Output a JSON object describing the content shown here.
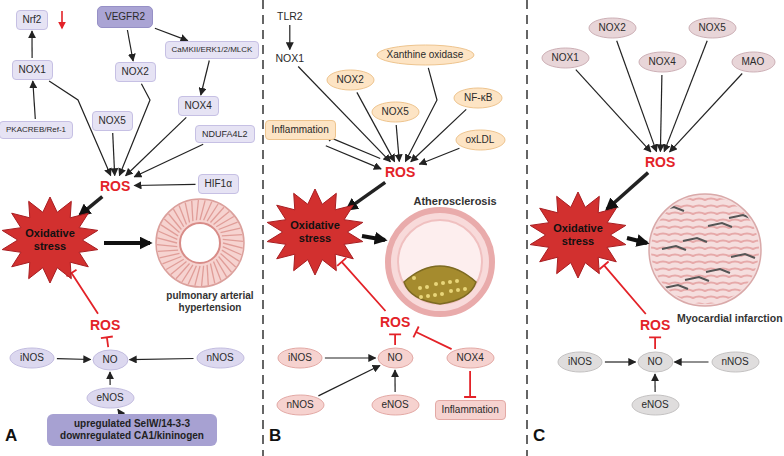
{
  "diagram": {
    "nodes": [
      {
        "text": [
          "Nrf2"
        ]
      },
      {
        "text": [
          "VEGFR2"
        ]
      },
      {
        "text": [
          "NOX1"
        ]
      },
      {
        "text": [
          "NOX2"
        ]
      },
      {
        "text": [
          "CaMKII/ERK1/2/MLCK"
        ]
      },
      {
        "text": [
          "PKACREB/Ref-1"
        ]
      },
      {
        "text": [
          "NOX4"
        ]
      },
      {
        "text": [
          "NOX5"
        ]
      },
      {
        "text": [
          "NDUFA4L2"
        ]
      },
      {
        "text": [
          "ROS"
        ]
      },
      {
        "text": [
          "HIF1α"
        ]
      },
      {
        "text": [
          "Oxidative stress"
        ]
      },
      {
        "text": [
          "ROS"
        ]
      },
      {
        "text": [
          "iNOS"
        ]
      },
      {
        "text": [
          "NO"
        ]
      },
      {
        "text": [
          "nNOS"
        ]
      },
      {
        "text": [
          "eNOS"
        ]
      },
      {
        "text": [
          "upregulated SelW/14-3-3 downregulated CA1/kininogen"
        ]
      },
      {
        "text": [
          "TLR2"
        ]
      },
      {
        "text": [
          "NOX1"
        ]
      },
      {
        "text": [
          "NOX2"
        ]
      },
      {
        "text": [
          "Xanthine oxidase"
        ]
      },
      {
        "text": [
          "NOX5"
        ]
      },
      {
        "text": [
          "NF-κB"
        ]
      },
      {
        "text": [
          "Inflammation"
        ]
      },
      {
        "text": [
          "oxLDL"
        ]
      },
      {
        "text": [
          "ROS"
        ]
      },
      {
        "text": [
          "Oxidative stress"
        ]
      },
      {
        "text": [
          "ROS"
        ]
      },
      {
        "text": [
          "iNOS"
        ]
      },
      {
        "text": [
          "NO"
        ]
      },
      {
        "text": [
          "NOX4"
        ]
      },
      {
        "text": [
          "nNOS"
        ]
      },
      {
        "text": [
          "eNOS"
        ]
      },
      {
        "text": [
          "Inflammation"
        ]
      },
      {
        "text": [
          "NOX1"
        ]
      },
      {
        "text": [
          "NOX2"
        ]
      },
      {
        "text": [
          "NOX4"
        ]
      },
      {
        "text": [
          "NOX5"
        ]
      },
      {
        "text": [
          "MAO"
        ]
      },
      {
        "text": [
          "ROS"
        ]
      },
      {
        "text": [
          "Oxidative stress"
        ]
      },
      {
        "text": [
          "ROS"
        ]
      },
      {
        "text": [
          "iNOS"
        ]
      },
      {
        "text": [
          "NO"
        ]
      },
      {
        "text": [
          "nNOS"
        ]
      },
      {
        "text": [
          "eNOS"
        ]
      }
    ],
    "edges": [
      {
        "from": 2,
        "to": 0,
        "arrow": "to"
      },
      {
        "from": 5,
        "to": 2,
        "arrow": "to"
      },
      {
        "from": 1,
        "to": 3,
        "arrow": "to"
      },
      {
        "from": 1,
        "to": 4,
        "arrow": "to"
      },
      {
        "from": 4,
        "to": 6,
        "arrow": "to"
      },
      {
        "from": 2,
        "to": 9,
        "arrow": "to"
      },
      {
        "from": 3,
        "to": 9,
        "arrow": "to"
      },
      {
        "from": 6,
        "to": 9,
        "arrow": "to"
      },
      {
        "from": 7,
        "to": 9,
        "arrow": "to"
      },
      {
        "from": 8,
        "to": 9,
        "arrow": "to"
      },
      {
        "from": 10,
        "to": 9,
        "arrow": "to"
      },
      {
        "from": 9,
        "to": 11,
        "arrow": "to"
      },
      {
        "from": 13,
        "to": 14,
        "arrow": "to"
      },
      {
        "from": 15,
        "to": 14,
        "arrow": "to"
      },
      {
        "from": 16,
        "to": 14,
        "arrow": "to"
      },
      {
        "from": 17,
        "to": 16,
        "arrow": "to"
      },
      {
        "from": 14,
        "to": 12,
        "arrow": "to"
      },
      {
        "from": 12,
        "to": 11,
        "arrow": "to"
      },
      {
        "from": 18,
        "to": 19,
        "arrow": "to"
      },
      {
        "from": 19,
        "to": 26,
        "arrow": "to"
      },
      {
        "from": 20,
        "to": 26,
        "arrow": "to"
      },
      {
        "from": 21,
        "to": 26,
        "arrow": "to"
      },
      {
        "from": 22,
        "to": 26,
        "arrow": "to"
      },
      {
        "from": 23,
        "to": 26,
        "arrow": "to"
      },
      {
        "from": 25,
        "to": 26,
        "arrow": "to"
      },
      {
        "from": 26,
        "to": 24,
        "arrow": "to"
      },
      {
        "from": 24,
        "to": 26,
        "arrow": "to"
      },
      {
        "from": 26,
        "to": 27,
        "arrow": "to"
      },
      {
        "from": 29,
        "to": 30,
        "arrow": "to"
      },
      {
        "from": 32,
        "to": 30,
        "arrow": "to"
      },
      {
        "from": 33,
        "to": 30,
        "arrow": "to"
      },
      {
        "from": 30,
        "to": 28,
        "arrow": "to"
      },
      {
        "from": 31,
        "to": 28,
        "arrow": "to"
      },
      {
        "from": 31,
        "to": 34,
        "arrow": "to"
      },
      {
        "from": 28,
        "to": 27,
        "arrow": "to"
      },
      {
        "from": 35,
        "to": 40,
        "arrow": "to"
      },
      {
        "from": 36,
        "to": 40,
        "arrow": "to"
      },
      {
        "from": 37,
        "to": 40,
        "arrow": "to"
      },
      {
        "from": 38,
        "to": 40,
        "arrow": "to"
      },
      {
        "from": 39,
        "to": 40,
        "arrow": "to"
      },
      {
        "from": 40,
        "to": 41,
        "arrow": "to"
      },
      {
        "from": 43,
        "to": 44,
        "arrow": "to"
      },
      {
        "from": 45,
        "to": 44,
        "arrow": "to"
      },
      {
        "from": 46,
        "to": 44,
        "arrow": "to"
      },
      {
        "from": 44,
        "to": 42,
        "arrow": "to"
      },
      {
        "from": 42,
        "to": 41,
        "arrow": "to"
      }
    ],
    "labels": [
      "pulmonary arterial hypertension",
      "Atherosclerosis",
      "Myocardial infarction",
      "A",
      "B",
      "C"
    ]
  }
}
